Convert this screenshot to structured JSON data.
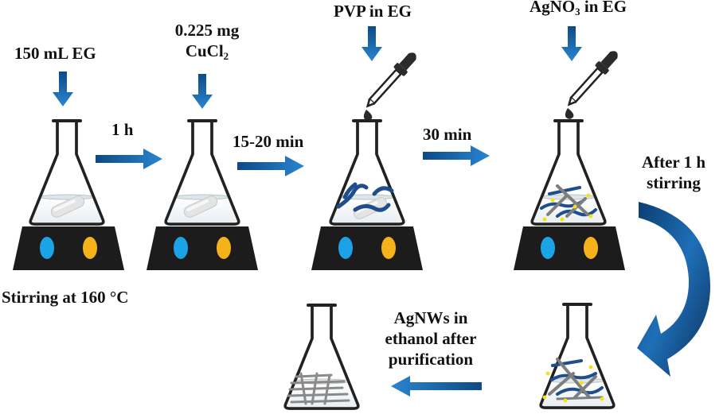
{
  "labels": {
    "eg": "150 mL EG",
    "cucl2_amount": "0.225 mg",
    "cucl2_formula": "CuCl",
    "cucl2_sub": "2",
    "pvp": "PVP in EG",
    "agno3_a": "AgNO",
    "agno3_sub": "3",
    "agno3_b": " in EG",
    "t1": "1 h",
    "t2": "15-20 min",
    "t3": "30 min",
    "after_1": "After 1 h",
    "after_2": "stirring",
    "stirring": "Stirring at 160 °C",
    "final_1": "AgNWs in",
    "final_2": "ethanol after",
    "final_3": "purification"
  },
  "colors": {
    "arrow_blue": "#1f6fb8",
    "arrow_dark": "#0c3f73",
    "plate": "#1c1c1c",
    "knob_blue": "#1ba3e6",
    "knob_orange": "#f5b21a",
    "wire_blue": "#1f4e8c",
    "wire_gray": "#8a8a8a",
    "particle_yellow": "#f2e21a"
  }
}
